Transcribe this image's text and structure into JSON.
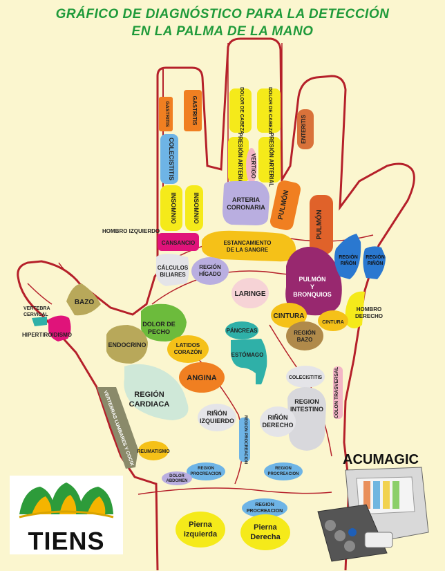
{
  "title_line1": "GRÁFICO DE DIAGNÓSTICO PARA LA DETECCIÓN",
  "title_line2": "EN LA PALMA DE LA MANO",
  "brand": "TIENS",
  "product": "ACUMAGIC",
  "labels": {
    "gastritis_small": "GASTRITIS",
    "gastritis": "GASTRITIS",
    "colecistitis_finger": "COLECISTITIS",
    "insomnio_a": "INSOMNIO",
    "insomnio_b": "INSOMNIO",
    "dolor_cabeza_a": "DOLOR DE CABEZA",
    "dolor_cabeza_b": "DOLOR DE CABEZA",
    "presion_a": "PRESIÓN ARTERIAL",
    "vertigo": "VERTIGO",
    "presion_b": "PRESIÓN ARTERIAL",
    "arteria": "ARTERIA CORONARIA",
    "enteritis": "ENTERITIS",
    "pulmon_a": "PULMÓN",
    "pulmon_b": "PULMÓN",
    "hombro_izq": "HOMBRO  IZQUIERDO",
    "cansancio": "CANSANCIO",
    "estancamiento": "ESTANCAMIENTO DE LA SANGRE",
    "calculos": "CÁLCULOS BILIARES",
    "region_higado": "REGIÓN HÍGADO",
    "laringe": "LARINGE",
    "pulmon_bronquios": "PULMÓN Y BRONQUIOS",
    "region_rinon_a": "REGIÓN RIÑÓN",
    "region_rinon_b": "REGIÓN RIÑÓN",
    "hombro_der": "HOMBRO DERECHO",
    "cintura_a": "CINTURA",
    "cintura_b": "CINTURA",
    "region_bazo": "REGIÓN BAZO",
    "vertebra": "VERTEBRA CERVICAL",
    "hipertiroidismo": "HIPERTIROIDISMO",
    "bazo": "BAZO",
    "dolor_pecho": "DOLOR DE PECHO",
    "endocrino": "ENDOCRINO",
    "latidos": "LATIDOS CORAZÓN",
    "pancreas": "PÁNCREAS",
    "estomago": "ESTÓMAGO",
    "angina": "ANGINA",
    "colecistitis_palm": "COLECISTITIS",
    "region_cardiaca": "REGIÓN CARDIACA",
    "colon": "COLON TRASVERSAL",
    "region_intestino": "REGIÓN INTESTINO",
    "rinon_izq": "RIÑÓN IZQUIERDO",
    "rinon_der": "RIÑÓN DERECHO",
    "vertebras": "VERTEBRAS LUMBARES Y COCIX",
    "region_procreacion_v": "REGION PROCREACION",
    "reumatismo": "REUMATISMO",
    "region_proc_a": "REGION PROCREACION",
    "region_proc_b": "REGION PROCREACION",
    "dolor_abdomen": "DOLOR ABDOMEN",
    "region_proc_c": "REGION PROCREACION",
    "pierna_izq": "Pierna izquierda",
    "pierna_der": "Pierna Derecha"
  },
  "colors": {
    "background": "#fbf6cf",
    "title_green": "#1f9a3a",
    "outline_red": "#b5202a",
    "yellow": "#f5ea1a",
    "blue": "#2a78d0",
    "lavender": "#b9aee0",
    "orange": "#f07f21",
    "purple": "#98286f",
    "magenta": "#e0137a",
    "teal": "#2fb0a8",
    "green": "#6cbb3c"
  },
  "icons": [
    "tiens-leaf-icon",
    "acumagic-kit-image"
  ]
}
